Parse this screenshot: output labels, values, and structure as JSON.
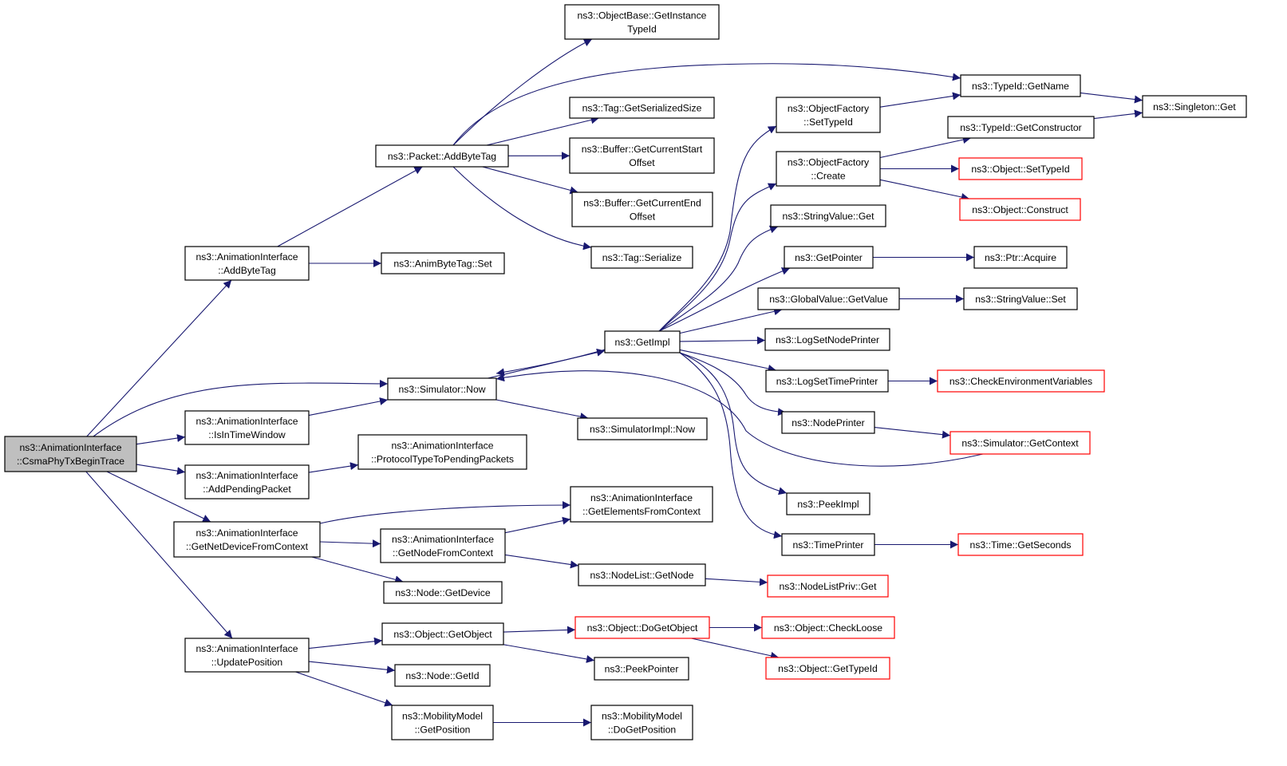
{
  "colors": {
    "edge": "#191970",
    "node_border": "#000000",
    "truncated_border": "#ff0000",
    "root_fill": "#bfbfbf",
    "node_fill": "#ffffff"
  },
  "nodes": {
    "root": [
      "ns3::AnimationInterface",
      "::CsmaPhyTxBeginTrace"
    ],
    "ai_addbytetag": [
      "ns3::AnimationInterface",
      "::AddByteTag"
    ],
    "ai_isintimewindow": [
      "ns3::AnimationInterface",
      "::IsInTimeWindow"
    ],
    "ai_addpendingpacket": [
      "ns3::AnimationInterface",
      "::AddPendingPacket"
    ],
    "ai_getnetdevicefromcontext": [
      "ns3::AnimationInterface",
      "::GetNetDeviceFromContext"
    ],
    "ai_updateposition": [
      "ns3::AnimationInterface",
      "::UpdatePosition"
    ],
    "packet_addbytetag": [
      "ns3::Packet::AddByteTag"
    ],
    "animbytetag_set": [
      "ns3::AnimByteTag::Set"
    ],
    "simulator_now": [
      "ns3::Simulator::Now"
    ],
    "ai_protocoltypetopendingpackets": [
      "ns3::AnimationInterface",
      "::ProtocolTypeToPendingPackets"
    ],
    "ai_getnodefromcontext": [
      "ns3::AnimationInterface",
      "::GetNodeFromContext"
    ],
    "node_getdevice": [
      "ns3::Node::GetDevice"
    ],
    "object_getobject": [
      "ns3::Object::GetObject"
    ],
    "node_getid": [
      "ns3::Node::GetId"
    ],
    "mobilitymodel_getposition": [
      "ns3::MobilityModel",
      "::GetPosition"
    ],
    "objectbase_getinstancetypeid": [
      "ns3::ObjectBase::GetInstance",
      "TypeId"
    ],
    "tag_getserializedsize": [
      "ns3::Tag::GetSerializedSize"
    ],
    "buffer_getcurrentstartoffset": [
      "ns3::Buffer::GetCurrentStart",
      "Offset"
    ],
    "buffer_getcurrentendoffset": [
      "ns3::Buffer::GetCurrentEnd",
      "Offset"
    ],
    "tag_serialize": [
      "ns3::Tag::Serialize"
    ],
    "getimpl": [
      "ns3::GetImpl"
    ],
    "simulatorimpl_now": [
      "ns3::SimulatorImpl::Now"
    ],
    "ai_getelementsfromcontext": [
      "ns3::AnimationInterface",
      "::GetElementsFromContext"
    ],
    "nodelist_getnode": [
      "ns3::NodeList::GetNode"
    ],
    "object_dogetobject": [
      "ns3::Object::DoGetObject"
    ],
    "peekpointer": [
      "ns3::PeekPointer"
    ],
    "mobilitymodel_dogetposition": [
      "ns3::MobilityModel",
      "::DoGetPosition"
    ],
    "objectfactory_settypeid": [
      "ns3::ObjectFactory",
      "::SetTypeId"
    ],
    "objectfactory_create": [
      "ns3::ObjectFactory",
      "::Create"
    ],
    "stringvalue_get": [
      "ns3::StringValue::Get"
    ],
    "getpointer": [
      "ns3::GetPointer"
    ],
    "globalvalue_getvalue": [
      "ns3::GlobalValue::GetValue"
    ],
    "logsetnodeprinter": [
      "ns3::LogSetNodePrinter"
    ],
    "logsettimeprinter": [
      "ns3::LogSetTimePrinter"
    ],
    "nodeprinter": [
      "ns3::NodePrinter"
    ],
    "peekimpl": [
      "ns3::PeekImpl"
    ],
    "timeprinter": [
      "ns3::TimePrinter"
    ],
    "nodelistpriv_get": [
      "ns3::NodeListPriv::Get"
    ],
    "object_checkloose": [
      "ns3::Object::CheckLoose"
    ],
    "object_gettypeid": [
      "ns3::Object::GetTypeId"
    ],
    "typeid_getname": [
      "ns3::TypeId::GetName"
    ],
    "typeid_getconstructor": [
      "ns3::TypeId::GetConstructor"
    ],
    "object_settypeid": [
      "ns3::Object::SetTypeId"
    ],
    "object_construct": [
      "ns3::Object::Construct"
    ],
    "ptr_acquire": [
      "ns3::Ptr::Acquire"
    ],
    "stringvalue_set": [
      "ns3::StringValue::Set"
    ],
    "checkenvironmentvariables": [
      "ns3::CheckEnvironmentVariables"
    ],
    "simulator_getcontext": [
      "ns3::Simulator::GetContext"
    ],
    "time_getseconds": [
      "ns3::Time::GetSeconds"
    ],
    "singleton_get": [
      "ns3::Singleton::Get"
    ]
  },
  "truncated": [
    "object_dogetobject",
    "nodelistpriv_get",
    "object_checkloose",
    "object_gettypeid",
    "object_settypeid",
    "object_construct",
    "checkenvironmentvariables",
    "simulator_getcontext",
    "time_getseconds"
  ],
  "edges": [
    [
      "root",
      "ai_addbytetag"
    ],
    [
      "root",
      "simulator_now"
    ],
    [
      "root",
      "ai_isintimewindow"
    ],
    [
      "root",
      "ai_addpendingpacket"
    ],
    [
      "root",
      "ai_getnetdevicefromcontext"
    ],
    [
      "root",
      "ai_updateposition"
    ],
    [
      "ai_addbytetag",
      "packet_addbytetag"
    ],
    [
      "ai_addbytetag",
      "animbytetag_set"
    ],
    [
      "ai_isintimewindow",
      "simulator_now"
    ],
    [
      "ai_addpendingpacket",
      "ai_protocoltypetopendingpackets"
    ],
    [
      "ai_getnetdevicefromcontext",
      "ai_getelementsfromcontext"
    ],
    [
      "ai_getnetdevicefromcontext",
      "ai_getnodefromcontext"
    ],
    [
      "ai_getnetdevicefromcontext",
      "node_getdevice"
    ],
    [
      "ai_updateposition",
      "object_getobject"
    ],
    [
      "ai_updateposition",
      "node_getid"
    ],
    [
      "ai_updateposition",
      "mobilitymodel_getposition"
    ],
    [
      "packet_addbytetag",
      "objectbase_getinstancetypeid"
    ],
    [
      "packet_addbytetag",
      "typeid_getname"
    ],
    [
      "packet_addbytetag",
      "tag_getserializedsize"
    ],
    [
      "packet_addbytetag",
      "buffer_getcurrentstartoffset"
    ],
    [
      "packet_addbytetag",
      "buffer_getcurrentendoffset"
    ],
    [
      "packet_addbytetag",
      "tag_serialize"
    ],
    [
      "simulator_now",
      "getimpl"
    ],
    [
      "simulator_now",
      "simulatorimpl_now"
    ],
    [
      "ai_getnodefromcontext",
      "ai_getelementsfromcontext"
    ],
    [
      "ai_getnodefromcontext",
      "nodelist_getnode"
    ],
    [
      "object_getobject",
      "object_dogetobject"
    ],
    [
      "object_getobject",
      "peekpointer"
    ],
    [
      "mobilitymodel_getposition",
      "mobilitymodel_dogetposition"
    ],
    [
      "getimpl",
      "simulator_now"
    ],
    [
      "getimpl",
      "objectfactory_settypeid"
    ],
    [
      "getimpl",
      "objectfactory_create"
    ],
    [
      "getimpl",
      "stringvalue_get"
    ],
    [
      "getimpl",
      "getpointer"
    ],
    [
      "getimpl",
      "globalvalue_getvalue"
    ],
    [
      "getimpl",
      "logsetnodeprinter"
    ],
    [
      "getimpl",
      "logsettimeprinter"
    ],
    [
      "getimpl",
      "nodeprinter"
    ],
    [
      "getimpl",
      "peekimpl"
    ],
    [
      "getimpl",
      "timeprinter"
    ],
    [
      "nodelist_getnode",
      "nodelistpriv_get"
    ],
    [
      "object_dogetobject",
      "object_checkloose"
    ],
    [
      "object_dogetobject",
      "object_gettypeid"
    ],
    [
      "objectfactory_settypeid",
      "typeid_getname"
    ],
    [
      "objectfactory_create",
      "typeid_getconstructor"
    ],
    [
      "objectfactory_create",
      "object_settypeid"
    ],
    [
      "objectfactory_create",
      "object_construct"
    ],
    [
      "getpointer",
      "ptr_acquire"
    ],
    [
      "globalvalue_getvalue",
      "stringvalue_set"
    ],
    [
      "logsettimeprinter",
      "checkenvironmentvariables"
    ],
    [
      "nodeprinter",
      "simulator_getcontext"
    ],
    [
      "simulator_getcontext",
      "simulator_now"
    ],
    [
      "timeprinter",
      "time_getseconds"
    ],
    [
      "typeid_getname",
      "singleton_get"
    ],
    [
      "typeid_getconstructor",
      "singleton_get"
    ]
  ]
}
